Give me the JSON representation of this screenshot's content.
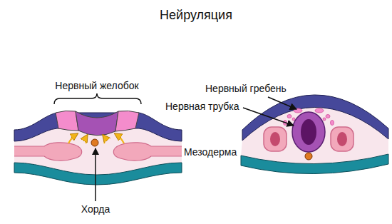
{
  "diagram": {
    "title": "Нейруляция",
    "labels": [
      "Нервный желобок",
      "Нервный гребень",
      "Нервная трубка",
      "Мезодерма",
      "Хорда"
    ]
  }
}
